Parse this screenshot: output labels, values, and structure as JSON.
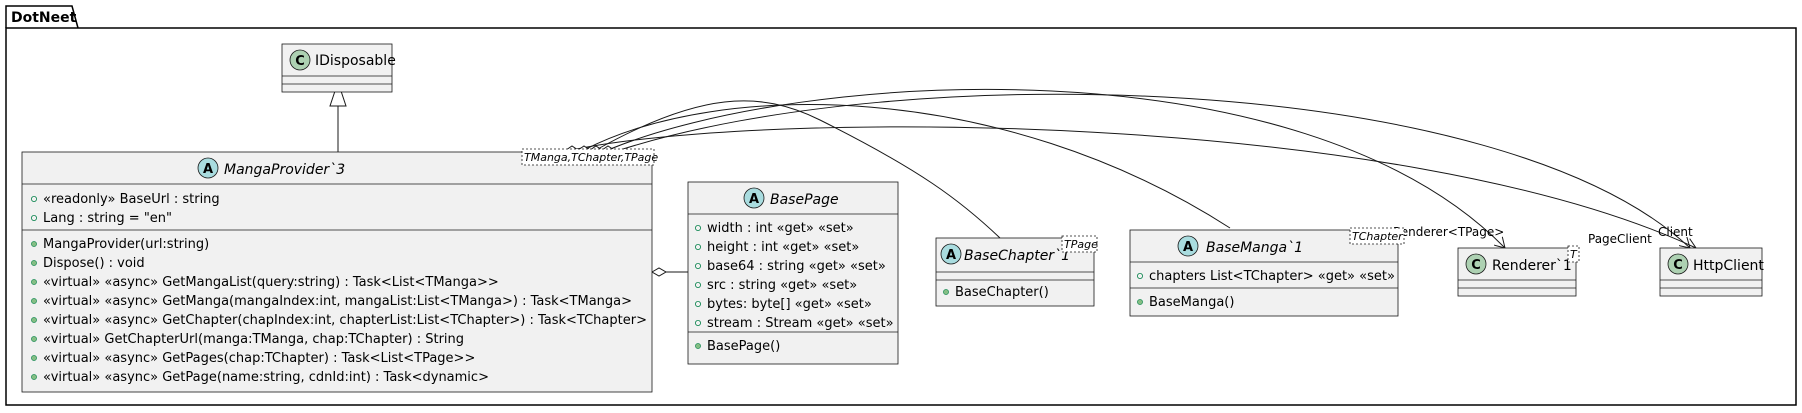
{
  "package": {
    "name": "DotNeet"
  },
  "colors": {
    "class_fill": "#F1F1F1",
    "class_border": "#181818",
    "circle_class": "#ADD1B2",
    "circle_abstract": "#A9DCDF",
    "method_dot": "#84BE84"
  },
  "classes": {
    "idisposable": {
      "name": "IDisposable",
      "stereotype_letter": "C"
    },
    "manga_provider": {
      "name": "MangaProvider`3",
      "stereotype_letter": "A",
      "generic": "TManga,TChapter,TPage",
      "fields": [
        "«readonly» BaseUrl : string",
        "Lang : string = \"en\""
      ],
      "methods": [
        "MangaProvider(url:string)",
        "Dispose() : void",
        "«virtual» «async» GetMangaList(query:string) : Task<List<TManga>>",
        "«virtual» «async» GetManga(mangaIndex:int, mangaList:List<TManga>) : Task<TManga>",
        "«virtual» «async» GetChapter(chapIndex:int, chapterList:List<TChapter>) : Task<TChapter>",
        "«virtual» GetChapterUrl(manga:TManga, chap:TChapter) : String",
        "«virtual» «async» GetPages(chap:TChapter) : Task<List<TPage>>",
        "«virtual» «async» GetPage(name:string, cdnId:int) : Task<dynamic>"
      ]
    },
    "base_page": {
      "name": "BasePage",
      "stereotype_letter": "A",
      "fields": [
        "width : int «get» «set»",
        "height : int «get» «set»",
        "base64 : string «get» «set»",
        "src : string «get» «set»",
        "bytes: byte[] «get» «set»",
        "stream : Stream «get» «set»"
      ],
      "methods": [
        "BasePage()"
      ]
    },
    "base_chapter": {
      "name": "BaseChapter`1",
      "stereotype_letter": "A",
      "generic": "TPage",
      "methods": [
        "BaseChapter()"
      ]
    },
    "base_manga": {
      "name": "BaseManga`1",
      "stereotype_letter": "A",
      "generic": "TChapter",
      "fields": [
        "chapters List<TChapter> «get» «set»"
      ],
      "methods": [
        "BaseManga()"
      ]
    },
    "renderer": {
      "name": "Renderer`1",
      "stereotype_letter": "C",
      "generic": "T"
    },
    "http_client": {
      "name": "HttpClient",
      "stereotype_letter": "C"
    }
  },
  "edge_labels": {
    "renderer": "Renderer<TPage>",
    "page_client": "PageClient",
    "client": "Client"
  }
}
